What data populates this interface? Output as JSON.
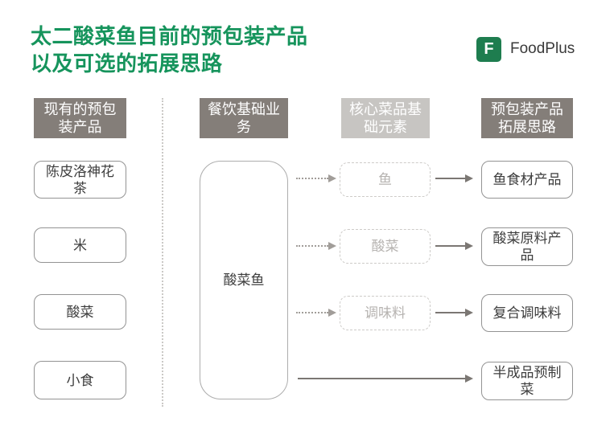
{
  "title": {
    "line1": "太二酸菜鱼目前的预包装产品",
    "line2": "以及可选的拓展思路"
  },
  "logo": {
    "monogram": "F",
    "name": "FoodPlus"
  },
  "headers": [
    "现有的预包装产品",
    "餐饮基础业务",
    "核心菜品基础元素",
    "预包装产品拓展思路"
  ],
  "existing_products": [
    "陈皮洛神花茶",
    "米",
    "酸菜",
    "小食"
  ],
  "core_business": "酸菜鱼",
  "core_elements": [
    "鱼",
    "酸菜",
    "调味料"
  ],
  "expansion_ideas": [
    "鱼食材产品",
    "酸菜原料产品",
    "复合调味料",
    "半成品预制菜"
  ],
  "colors": {
    "title_green": "#16945C",
    "logo_green": "#1E7D4F",
    "header_dark_gray": "#847E79",
    "header_light_gray": "#C7C5C2",
    "solid_arrow_gray": "#7B7773",
    "dotted_arrow_gray": "#A19D99",
    "box_border_gray": "#939393",
    "dashed_box_gray": "#CDCBC8"
  }
}
